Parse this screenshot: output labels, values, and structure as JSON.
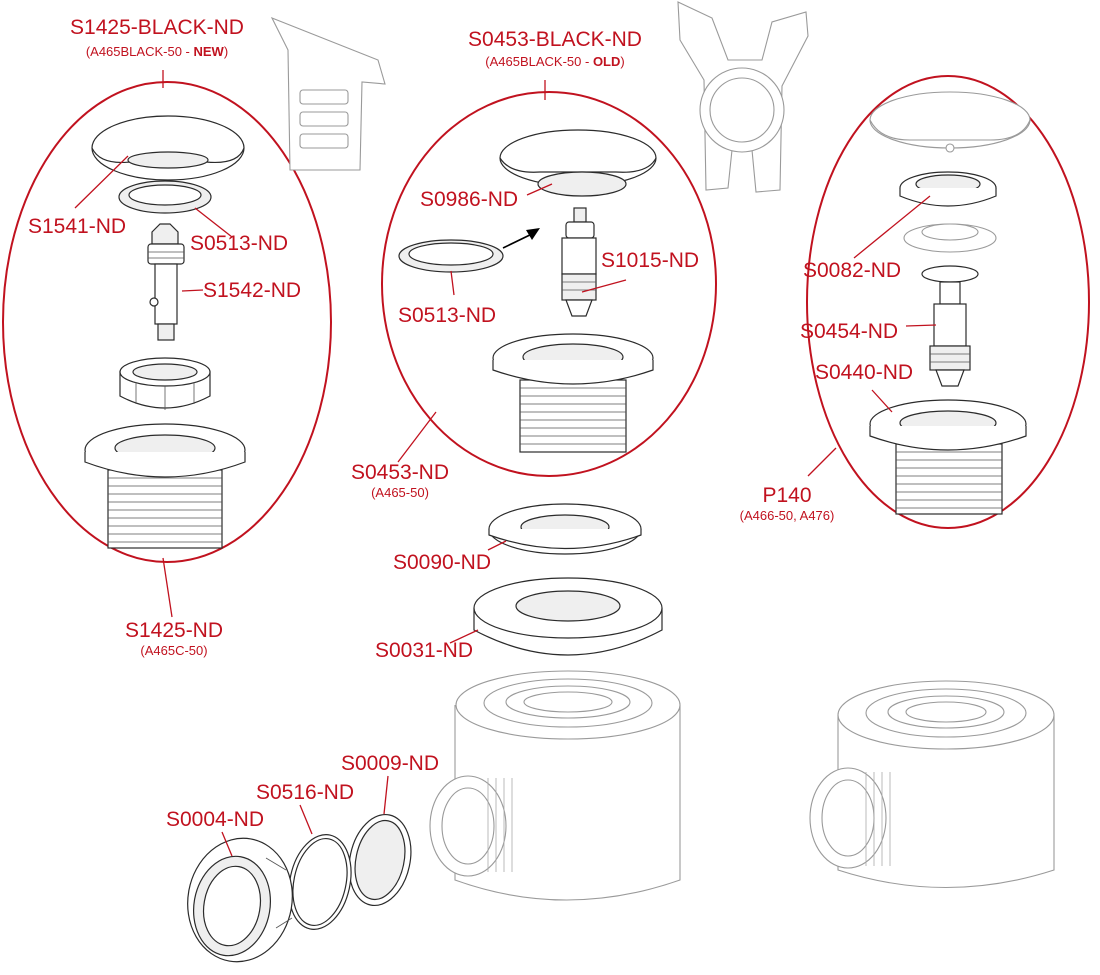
{
  "groups": {
    "new": {
      "title": "S1425-BLACK-ND",
      "subtitle_prefix": "(A465BLACK-50 - ",
      "subtitle_emph": "NEW",
      "subtitle_suffix": ")",
      "bottom_label": "S1425-ND",
      "bottom_sub": "(A465C-50)",
      "parts": [
        "S1541-ND",
        "S0513-ND",
        "S1542-ND"
      ]
    },
    "old": {
      "title": "S0453-BLACK-ND",
      "subtitle_prefix": "(A465BLACK-50 - ",
      "subtitle_emph": "OLD",
      "subtitle_suffix": ")",
      "bottom_label": "S0453-ND",
      "bottom_sub": "(A465-50)",
      "parts": [
        "S0986-ND",
        "S1015-ND",
        "S0513-ND"
      ]
    },
    "p140": {
      "bottom_label": "P140",
      "bottom_sub": "(A466-50, A476)",
      "parts": [
        "S0082-ND",
        "S0454-ND",
        "S0440-ND"
      ]
    }
  },
  "lower_parts": [
    "S0090-ND",
    "S0031-ND",
    "S0009-ND",
    "S0516-ND",
    "S0004-ND"
  ],
  "colors": {
    "label": "#c1121f",
    "line": "#2b2b2b"
  }
}
